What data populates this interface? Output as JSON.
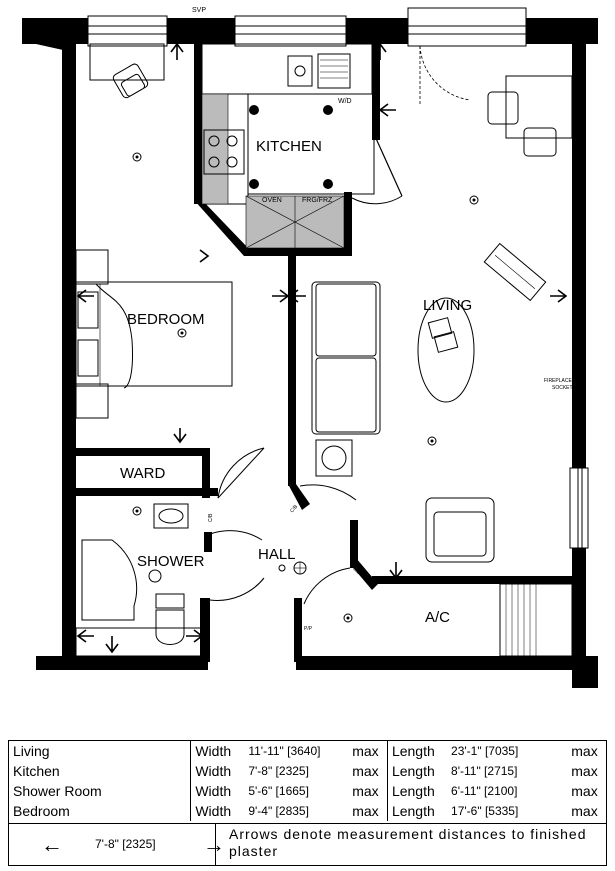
{
  "plan": {
    "svp_label": "SVP",
    "rooms": {
      "kitchen": "KITCHEN",
      "living": "LIVING",
      "bedroom": "BEDROOM",
      "ward": "WARD",
      "shower": "SHOWER",
      "hall": "HALL",
      "ac": "A/C"
    },
    "appliances": {
      "washer_dryer": "W/D",
      "oven": "OVEN",
      "fridge_freezer": "FRG/FRZ",
      "fireplace_socket_1": "FIREPLACE",
      "fireplace_socket_2": "SOCKET",
      "cupboard_1": "C/B",
      "cupboard_2": "C/B",
      "cupboard_3": "C/B",
      "pip": "P/P"
    }
  },
  "schedule": {
    "width_label": "Width",
    "length_label": "Length",
    "max_label": "max",
    "rows": [
      {
        "room": "Living",
        "width": "11'-11\" [3640]",
        "length": "23'-1\" [7035]"
      },
      {
        "room": "Kitchen",
        "width": "7'-8\" [2325]",
        "length": "8'-11\" [2715]"
      },
      {
        "room": "Shower Room",
        "width": "5'-6\" [1665]",
        "length": "6'-11\" [2100]"
      },
      {
        "room": "Bedroom",
        "width": "9'-4\" [2835]",
        "length": "17'-6\" [5335]"
      }
    ],
    "legend_dimension": "7'-8\" [2325]",
    "legend_note": "Arrows denote measurement distances to finished plaster"
  }
}
